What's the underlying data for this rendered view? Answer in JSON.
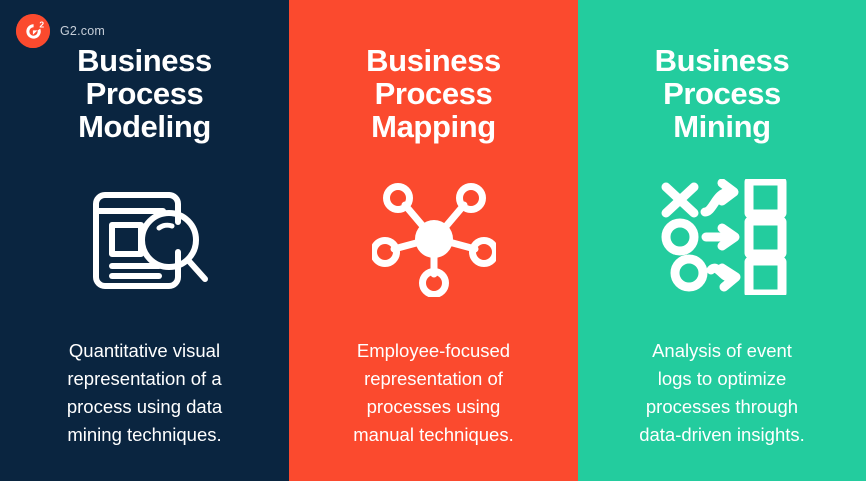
{
  "brand": {
    "name": "G2.com",
    "logo_icon": "g2-logo-icon",
    "logo_color": "#FB4A2E",
    "logo_letter": "G",
    "logo_superscript": "2"
  },
  "colors": {
    "panel_1_bg": "#0A2540",
    "panel_2_bg": "#FB4A2E",
    "panel_3_bg": "#23CC9E",
    "text": "#FFFFFF",
    "brand_text": "#C6CED8"
  },
  "panels": [
    {
      "id": "business-process-modeling",
      "heading": "Business\nProcess\nModeling",
      "icon": "document-magnifier-icon",
      "description": "Quantitative visual\nrepresentation of a\nprocess using data\nmining techniques."
    },
    {
      "id": "business-process-mapping",
      "heading": "Business\nProcess\nMapping",
      "icon": "network-hub-icon",
      "description": "Employee-focused\nrepresentation of\nprocesses using\nmanual techniques."
    },
    {
      "id": "business-process-mining",
      "heading": "Business\nProcess\nMining",
      "icon": "process-flow-icon",
      "description": "Analysis of event\nlogs to optimize\nprocesses through\ndata-driven insights."
    }
  ]
}
